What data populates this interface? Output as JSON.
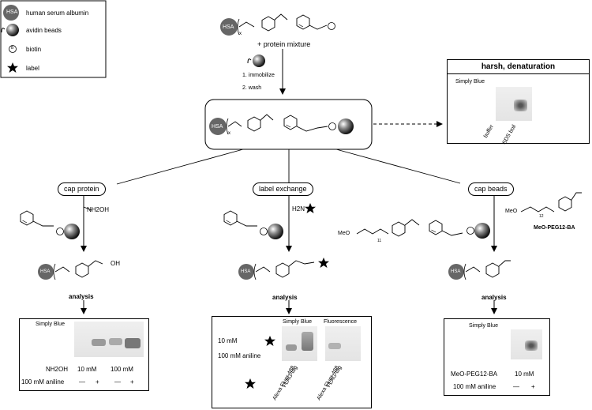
{
  "legend": {
    "items": [
      {
        "symbol": "HSA",
        "label": "human serum albumin"
      },
      {
        "symbol": "",
        "label": "avidin beads"
      },
      {
        "symbol": "B",
        "label": "biotin"
      },
      {
        "symbol": "",
        "label": "label"
      }
    ]
  },
  "top": {
    "hsa": "HSA",
    "x": "x",
    "protein_mixture": "+ protein mixture",
    "step1": "1. immobilize",
    "step2": "2. wash"
  },
  "denature": {
    "title": "harsh, denaturation",
    "stain": "Simply Blue",
    "lanes": [
      "buffer",
      "SDS boil"
    ]
  },
  "branches": {
    "cap_protein": {
      "label": "cap protein",
      "reagent": "NH2OH",
      "oxime": "OH",
      "analysis": "analysis",
      "gel": {
        "stain": "Simply Blue",
        "row1_label": "NH2OH",
        "row1_values": [
          "10 mM",
          "100 mM"
        ],
        "row2_label": "100 mM aniline",
        "row2_values": [
          "—",
          "+",
          "—",
          "+"
        ]
      }
    },
    "label_exchange": {
      "label": "label exchange",
      "reagent_text": "H2N",
      "analysis": "analysis",
      "gel": {
        "stain1": "Simply Blue",
        "stain2": "Fluorescence",
        "cond1": "10 mM",
        "cond2": "100 mM aniline",
        "lanes": [
          "Alexa Fluor 488",
          "FLAG-tag",
          "Alexa Fluor 488",
          "FLAG-tag"
        ]
      }
    },
    "cap_beads": {
      "label": "cap beads",
      "meo_left": "MeO",
      "sub11": "11",
      "meo_right": "MeO",
      "sub12": "12",
      "reagent_name": "MeO-PEG12-BA",
      "analysis": "analysis",
      "gel": {
        "stain": "Simply Blue",
        "row1_label": "MeO-PEG12-BA",
        "row1_value": "10 mM",
        "row2_label": "100 mM aniline",
        "row2_values": [
          "—",
          "+"
        ]
      }
    }
  },
  "common": {
    "hsa": "HSA",
    "x": "x"
  }
}
